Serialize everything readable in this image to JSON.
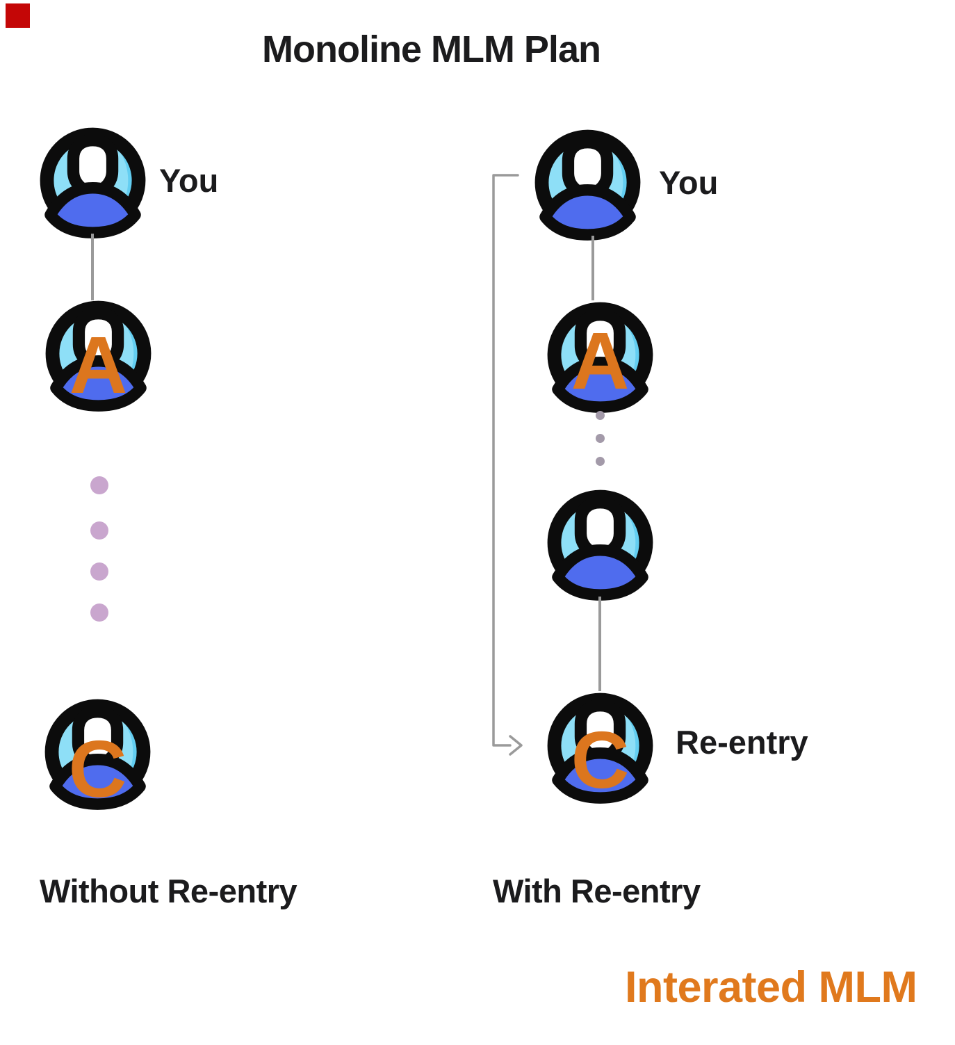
{
  "title": "Monoline MLM Plan",
  "watermark": "Interated MLM",
  "without_reentry": {
    "caption": "Without Re-entry",
    "you_label": "You",
    "member_a": "A",
    "member_c": "C"
  },
  "with_reentry": {
    "caption": "With Re-entry",
    "you_label": "You",
    "member_a": "A",
    "member_c": "C",
    "reentry_label": "Re-entry"
  },
  "icons": {
    "node": "user-avatar-icon",
    "flow": "reentry-elbow-arrow-icon",
    "continuation": "vertical-ellipsis-dots"
  },
  "colors": {
    "avatar_light_blue": "#8edff7",
    "avatar_shade_blue": "#63cef1",
    "collar_blue": "#4f6cee",
    "outline_black": "#0c0c0c",
    "letter_orange": "#dc761e",
    "watermark_orange": "#e0791d",
    "big_dot_purple": "#c9a6ce",
    "small_dot_gray": "#a39aa9",
    "line_gray": "#9a9a9a",
    "text_dark": "#1b1b1d",
    "corner_marker_red": "#c40606"
  }
}
